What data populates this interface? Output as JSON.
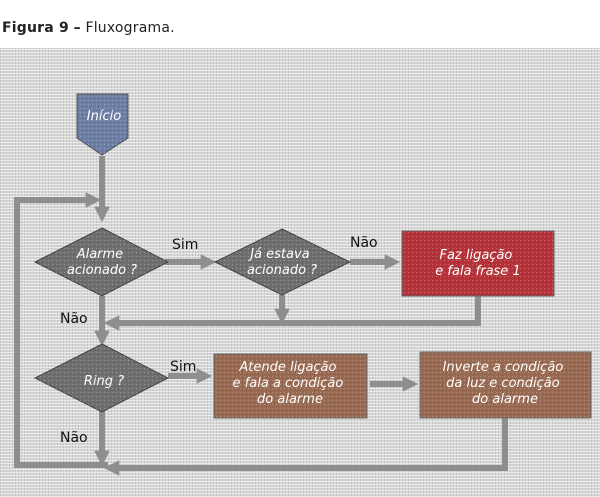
{
  "caption": {
    "label": "Figura 9",
    "separator": "–",
    "text": "Fluxograma."
  },
  "nodes": {
    "inicio": {
      "lines": [
        "Início"
      ]
    },
    "alarme": {
      "lines": [
        "Alarme",
        "acionado ?"
      ]
    },
    "ja_estava": {
      "lines": [
        "Já estava",
        "acionado ?"
      ]
    },
    "faz_ligacao": {
      "lines": [
        "Faz ligação",
        "e fala frase 1"
      ]
    },
    "ring": {
      "lines": [
        "Ring ?"
      ]
    },
    "atende": {
      "lines": [
        "Atende ligação",
        "e fala a condição",
        "do alarme"
      ]
    },
    "inverte": {
      "lines": [
        "Inverte a condição",
        "da luz e condição",
        "do alarme"
      ]
    }
  },
  "branches": {
    "alarme_sim": "Sim",
    "alarme_nao": "Não",
    "ja_estava_nao": "Não",
    "ring_sim": "Sim",
    "ring_nao": "Não"
  },
  "colors": {
    "start": "#6e7fa6",
    "decision": "#6f6f6f",
    "process_red": "#b8323a",
    "process_brown": "#9a6a52",
    "arrow": "#8e8e8e"
  }
}
